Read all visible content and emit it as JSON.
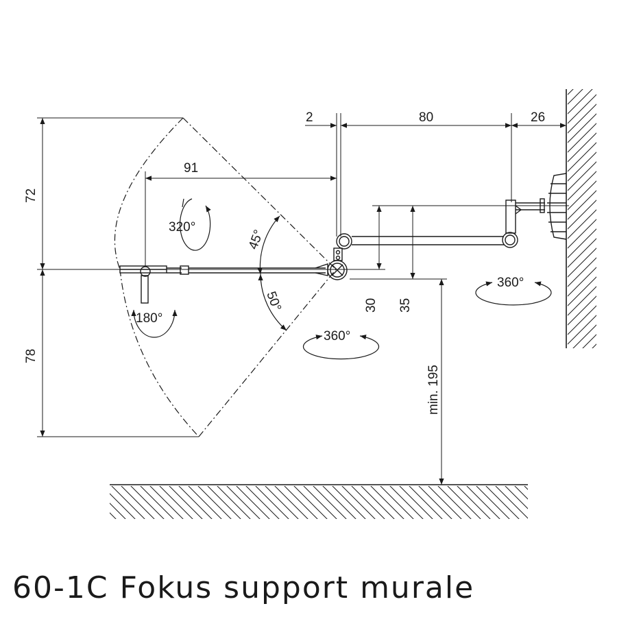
{
  "title": "60-1C Fokus support murale",
  "dimensions": {
    "gap_small": "2",
    "arm_length": "80",
    "wall_offset": "26",
    "reach": "91",
    "height_up": "72",
    "height_down": "78",
    "drop_30": "30",
    "drop_35": "35",
    "floor_clearance": "min. 195"
  },
  "angles": {
    "head_rotation": "320°",
    "tilt_up": "45°",
    "tilt_down": "50°",
    "head_swivel": "180°",
    "joint_rotation": "360°",
    "wall_rotation": "360°"
  },
  "colors": {
    "line": "#1a1a1a",
    "background": "#ffffff"
  }
}
